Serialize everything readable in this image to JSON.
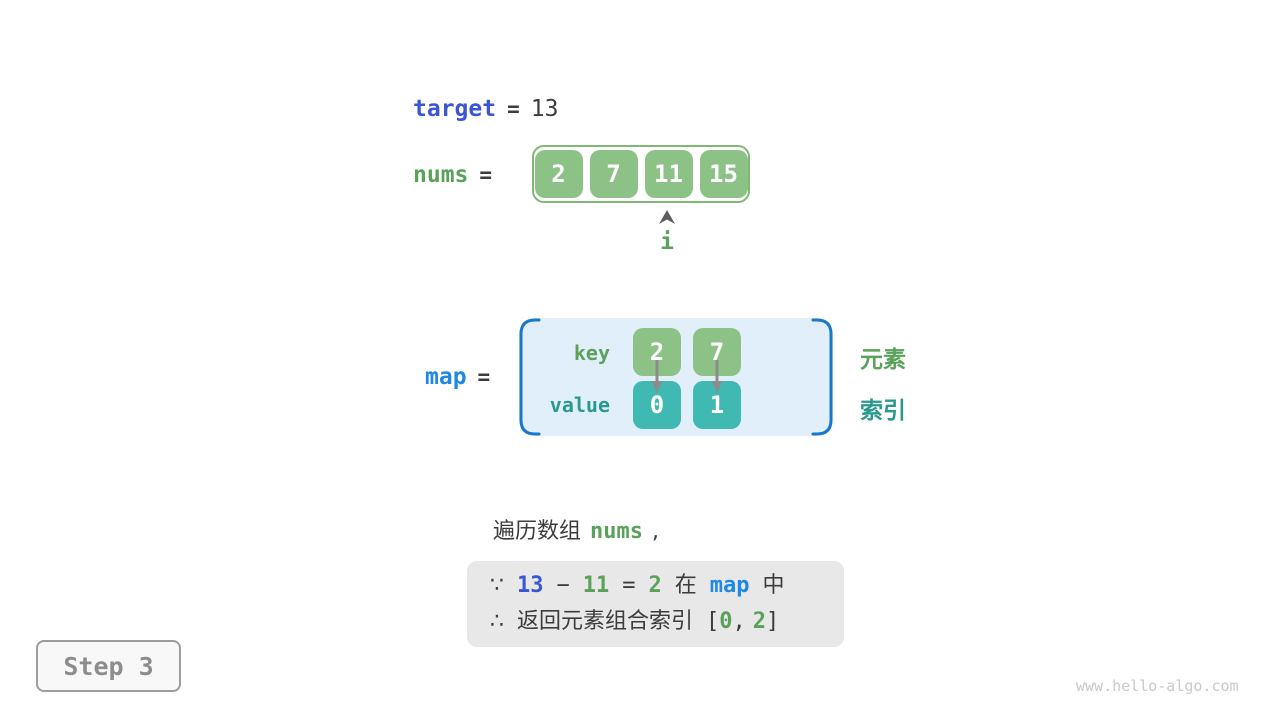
{
  "colors": {
    "accent-royal-blue": "#3B56D4",
    "accent-bright-blue": "#1E88E5",
    "green-text": "#5AA15A",
    "green-fill": "#8DC286",
    "green-border": "#7FB873",
    "teal-text": "#2B9A8E",
    "teal-fill": "#3FB9B1",
    "dark-text": "#3C3C3C",
    "arrow-gray": "#8C8C8C",
    "caret-gray": "#5F5F5F",
    "map-bg": "#E0EFF9",
    "map-bracket": "#1A78CC",
    "note-bg": "#E8E8E8",
    "step-border": "#9D9D9D",
    "step-text": "#8D8D8D",
    "watermark": "#C9C9C9"
  },
  "target_line": {
    "var": "target",
    "eq": "=",
    "value": "13"
  },
  "nums_line": {
    "var": "nums",
    "eq": "=",
    "values": [
      "2",
      "7",
      "11",
      "15"
    ],
    "pointer_label": "i"
  },
  "map_line": {
    "var": "map",
    "eq": "=",
    "key_label": "key",
    "value_label": "value",
    "keys": [
      "2",
      "7"
    ],
    "values": [
      "0",
      "1"
    ],
    "element_label": "元素",
    "index_label": "索引"
  },
  "caption": {
    "prefix": "遍历数组",
    "code": "nums",
    "suffix": ","
  },
  "note": {
    "line1": {
      "because": "∵",
      "minuend": "13",
      "minus": "−",
      "subtrahend": "11",
      "equals": "=",
      "difference": "2",
      "in_prefix": "在",
      "map_var": "map",
      "in_suffix": "中"
    },
    "line2": {
      "therefore": "∴",
      "text": "返回元素组合索引",
      "open_bracket": "[",
      "index1": "0",
      "comma": ",",
      "index2": "2",
      "close_bracket": "]"
    }
  },
  "step_badge": "Step 3",
  "watermark": "www.hello-algo.com"
}
